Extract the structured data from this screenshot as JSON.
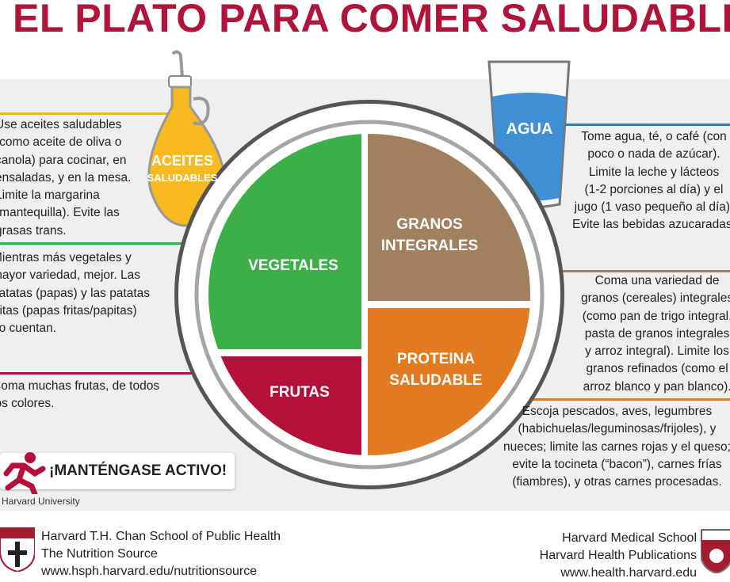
{
  "title": "EL PLATO PARA COMER SALUDABLE",
  "oil": {
    "label_line1": "ACEITES",
    "label_line2": "SALUDABLES",
    "text": [
      "Use aceites saludables",
      "(como aceite de oliva o",
      "canola) para cocinar, en",
      "ensaladas, y en la mesa.",
      "Limite la margarina",
      "(mantequilla). Evite las",
      "grasas trans."
    ]
  },
  "vegetables": {
    "label": "VEGETALES",
    "text": [
      "Mientras más vegetales y",
      "mayor variedad, mejor. Las",
      "patatas (papas) y las patatas",
      "fritas (papas fritas/papitas)",
      "no cuentan."
    ]
  },
  "fruits": {
    "label": "FRUTAS",
    "text": [
      "Coma muchas frutas, de todos",
      "los colores."
    ]
  },
  "water": {
    "label": "AGUA",
    "text": [
      "Tome agua, té, o café (con",
      "poco o nada de azúcar).",
      "Limite la leche y lácteos",
      "(1-2 porciones al día) y el",
      "jugo (1 vaso pequeño al día).",
      "Evite las bebidas azucaradas."
    ]
  },
  "grains": {
    "label_line1": "GRANOS",
    "label_line2": "INTEGRALES",
    "text": [
      "Coma una variedad de",
      "granos (cereales) integrales",
      "(como pan de trigo integral,",
      "pasta de granos integrales",
      "y arroz integral). Limite los",
      "granos refinados (como el",
      "arroz blanco y pan blanco)."
    ]
  },
  "protein": {
    "label_line1": "PROTEINA",
    "label_line2": "SALUDABLE",
    "text": [
      "Escoja pescados, aves, legumbres",
      "(habichuelas/leguminosas/frijoles), y",
      "nueces; limite las carnes rojas y el queso;",
      "evite la tocineta (“bacon”), carnes frías",
      "(fiambres), y otras carnes procesadas."
    ]
  },
  "active": {
    "label": "¡MANTÉNGASE ACTIVO!"
  },
  "copyright": "Harvard University",
  "footer_left": [
    "Harvard T.H. Chan School of Public Health",
    "The Nutrition Source",
    "www.hsph.harvard.edu/nutritionsource"
  ],
  "footer_right": [
    "Harvard Medical School",
    "Harvard Health Publications",
    "www.health.harvard.edu"
  ],
  "colors": {
    "title": "#b0143a",
    "green": "#3daf49",
    "brown": "#a0805e",
    "orange": "#e27b1f",
    "red": "#b5103a",
    "oil": "#f8b921",
    "water": "#3f8fd5"
  }
}
